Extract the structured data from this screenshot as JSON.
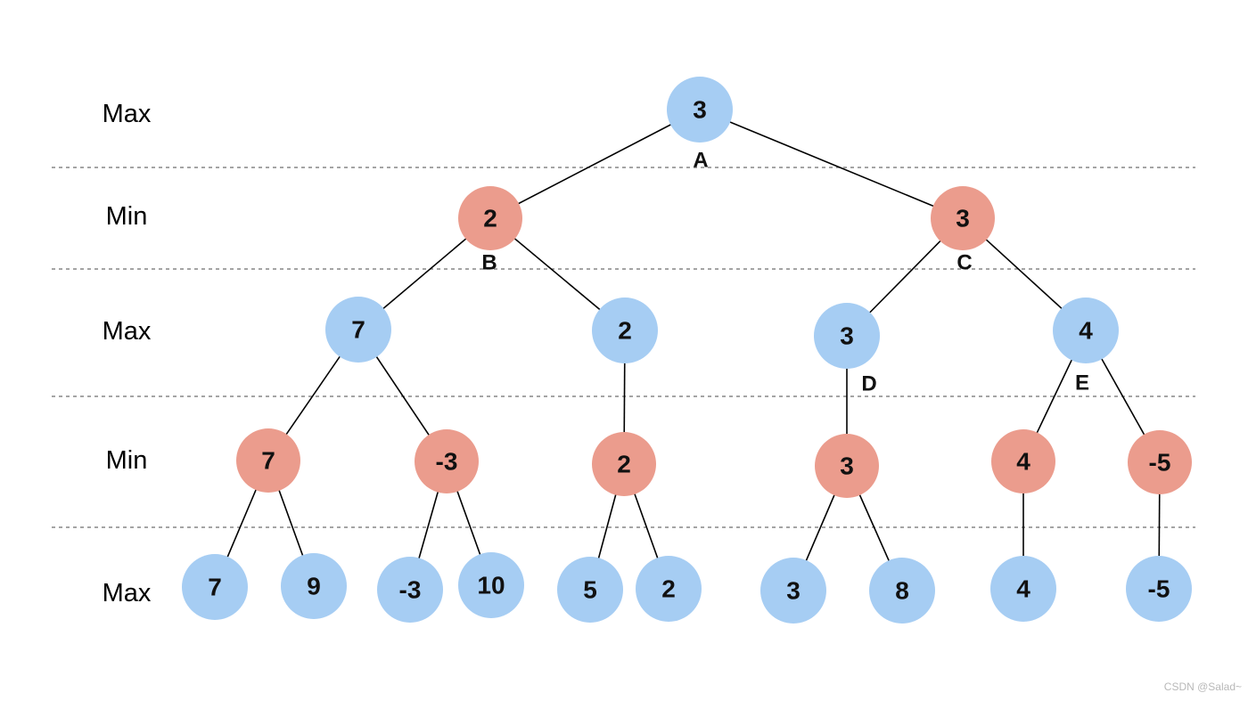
{
  "diagram_title": "minimax-game-tree",
  "colors": {
    "max_node_fill": "#a6cdf3",
    "min_node_fill": "#eb9c8d",
    "edge": "#000000",
    "separator": "#6e6e6e",
    "node_text": "#111111",
    "watermark_text": "#b8b8b8"
  },
  "levels": [
    {
      "label": "Max",
      "type": "max",
      "nodes": [
        {
          "value": "3",
          "letter": "A"
        }
      ]
    },
    {
      "label": "Min",
      "type": "min",
      "nodes": [
        {
          "value": "2",
          "letter": "B"
        },
        {
          "value": "3",
          "letter": "C"
        }
      ]
    },
    {
      "label": "Max",
      "type": "max",
      "nodes": [
        {
          "value": "7"
        },
        {
          "value": "2"
        },
        {
          "value": "3",
          "letter": "D"
        },
        {
          "value": "4",
          "letter": "E"
        }
      ]
    },
    {
      "label": "Min",
      "type": "min",
      "nodes": [
        {
          "value": "7"
        },
        {
          "value": "-3"
        },
        {
          "value": "2"
        },
        {
          "value": "3"
        },
        {
          "value": "4"
        },
        {
          "value": "-5"
        }
      ]
    },
    {
      "label": "Max",
      "type": "max",
      "nodes": [
        {
          "value": "7"
        },
        {
          "value": "9"
        },
        {
          "value": "-3"
        },
        {
          "value": "10"
        },
        {
          "value": "5"
        },
        {
          "value": "2"
        },
        {
          "value": "3"
        },
        {
          "value": "8"
        },
        {
          "value": "4"
        },
        {
          "value": "-5"
        }
      ]
    }
  ],
  "edges": [
    "A-B",
    "A-C",
    "B-7max",
    "B-2max",
    "C-3maxD",
    "C-4maxE",
    "7max-7min",
    "7max--3min",
    "2max-2min",
    "3maxD-3min",
    "4maxE-4min",
    "4maxE--5min",
    "7min-leaf7",
    "7min-leaf9",
    "-3min-leaf-3",
    "-3min-leaf10",
    "2min-leaf5",
    "2min-leaf2",
    "3min-leaf3",
    "3min-leaf8",
    "4min-leaf4",
    "-5min-leaf-5"
  ],
  "watermark": "CSDN @Salad~"
}
